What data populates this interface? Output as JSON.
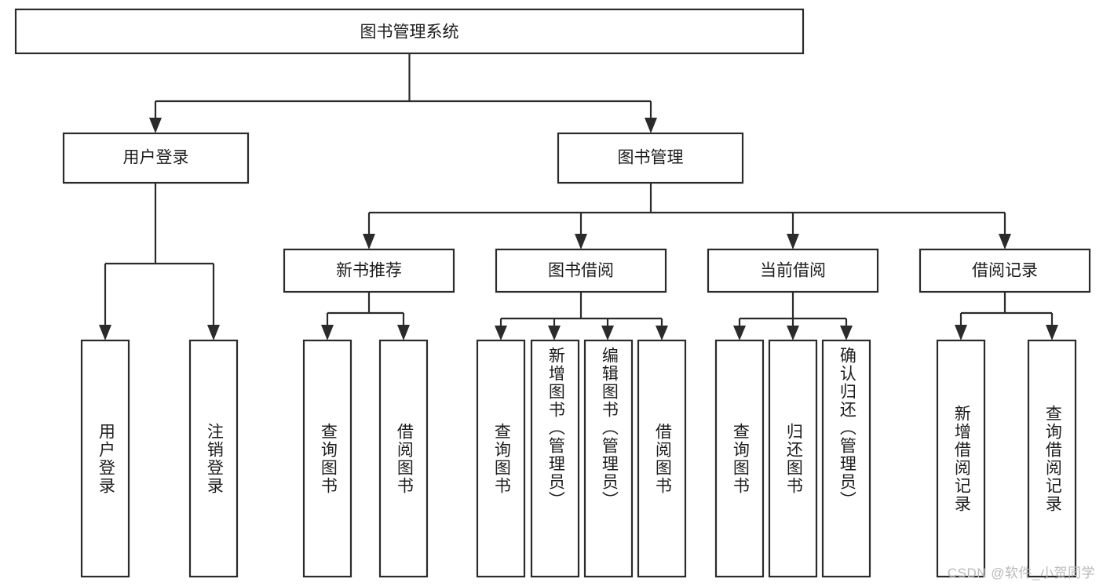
{
  "diagram": {
    "type": "tree-hierarchy",
    "title": "图书管理系统",
    "watermark": "CSDN @软件_小贺同学",
    "accent_color": "#2b2b2b",
    "background_color": "#ffffff",
    "root": {
      "id": "root",
      "label": "图书管理系统",
      "orientation": "horizontal"
    },
    "level2": [
      {
        "id": "user-login",
        "label": "用户登录",
        "orientation": "horizontal"
      },
      {
        "id": "book-management",
        "label": "图书管理",
        "orientation": "horizontal"
      }
    ],
    "level3": [
      {
        "id": "new-book-recommend",
        "label": "新书推荐",
        "orientation": "horizontal",
        "parent": "book-management"
      },
      {
        "id": "book-borrow",
        "label": "图书借阅",
        "orientation": "horizontal",
        "parent": "book-management"
      },
      {
        "id": "current-borrow",
        "label": "当前借阅",
        "orientation": "horizontal",
        "parent": "book-management"
      },
      {
        "id": "borrow-record",
        "label": "借阅记录",
        "orientation": "horizontal",
        "parent": "book-management"
      }
    ],
    "leaves": [
      {
        "id": "leaf-user-login",
        "label": "用户登录",
        "orientation": "vertical",
        "parent": "user-login"
      },
      {
        "id": "leaf-user-logout",
        "label": "注销登录",
        "orientation": "vertical",
        "parent": "user-login"
      },
      {
        "id": "leaf-query-book-1",
        "label": "查询图书",
        "orientation": "vertical",
        "parent": "new-book-recommend"
      },
      {
        "id": "leaf-borrow-book-1",
        "label": "借阅图书",
        "orientation": "vertical",
        "parent": "new-book-recommend"
      },
      {
        "id": "leaf-query-book-2",
        "label": "查询图书",
        "orientation": "vertical",
        "parent": "book-borrow"
      },
      {
        "id": "leaf-add-book",
        "label": "新增图书（管理员）",
        "orientation": "vertical",
        "parent": "book-borrow"
      },
      {
        "id": "leaf-edit-book",
        "label": "编辑图书（管理员）",
        "orientation": "vertical",
        "parent": "book-borrow"
      },
      {
        "id": "leaf-borrow-book-2",
        "label": "借阅图书",
        "orientation": "vertical",
        "parent": "book-borrow"
      },
      {
        "id": "leaf-query-book-3",
        "label": "查询图书",
        "orientation": "vertical",
        "parent": "current-borrow"
      },
      {
        "id": "leaf-return-book",
        "label": "归还图书",
        "orientation": "vertical",
        "parent": "current-borrow"
      },
      {
        "id": "leaf-confirm-return",
        "label": "确认归还（管理员）",
        "orientation": "vertical",
        "parent": "current-borrow"
      },
      {
        "id": "leaf-add-record",
        "label": "新增借阅记录",
        "orientation": "vertical",
        "parent": "borrow-record"
      },
      {
        "id": "leaf-query-record",
        "label": "查询借阅记录",
        "orientation": "vertical",
        "parent": "borrow-record"
      }
    ]
  }
}
